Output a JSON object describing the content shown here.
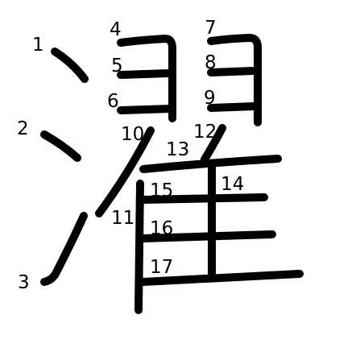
{
  "character": "濯",
  "stroke_count": 17,
  "stroke_labels": [
    "1",
    "2",
    "3",
    "4",
    "5",
    "6",
    "7",
    "8",
    "9",
    "10",
    "11",
    "12",
    "13",
    "14",
    "15",
    "16",
    "17"
  ],
  "colors": {
    "stroke": "#000000",
    "background": "#ffffff"
  }
}
